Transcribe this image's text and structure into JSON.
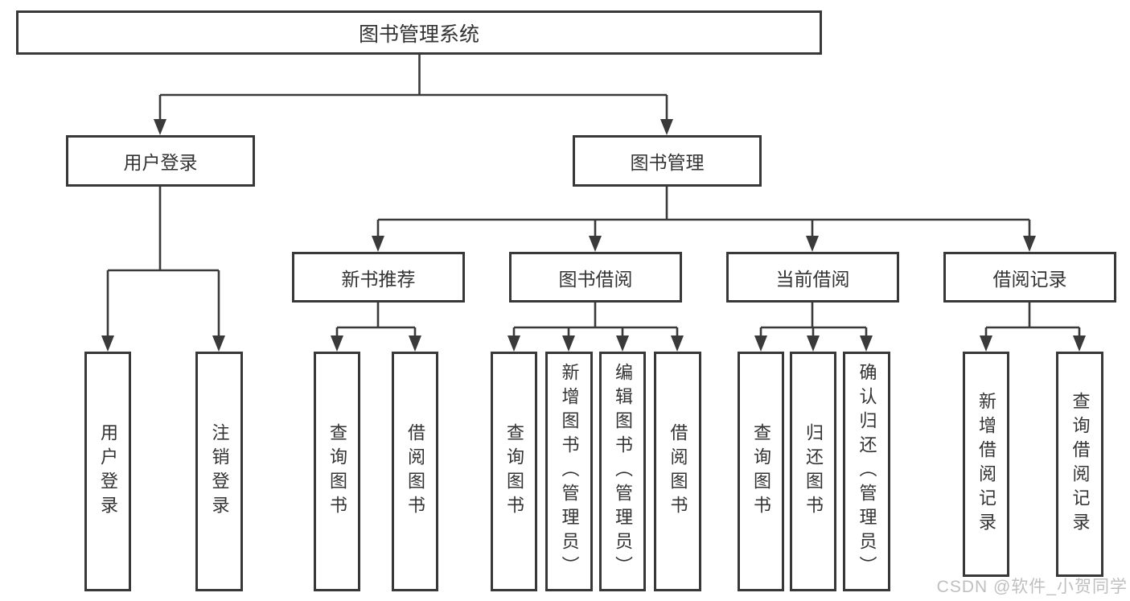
{
  "diagram": {
    "root": "图书管理系统",
    "level2": [
      "用户登录",
      "图书管理"
    ],
    "level3": [
      "新书推荐",
      "图书借阅",
      "当前借阅",
      "借阅记录"
    ],
    "leaves": {
      "login": [
        "用户登录",
        "注销登录"
      ],
      "recommend": [
        "查询图书",
        "借阅图书"
      ],
      "borrow": [
        "查询图书",
        "新增图书（管理员）",
        "编辑图书（管理员）",
        "借阅图书"
      ],
      "current": [
        "查询图书",
        "归还图书",
        "确认归还（管理员）"
      ],
      "records": [
        "新增借阅记录",
        "查询借阅记录"
      ]
    }
  },
  "watermark": "CSDN @软件_小贺同学",
  "colors": {
    "line": "#3a3a3a",
    "box_border": "#383838",
    "text": "#333333",
    "watermark_text": "#bfbfbf",
    "background": "#ffffff"
  }
}
